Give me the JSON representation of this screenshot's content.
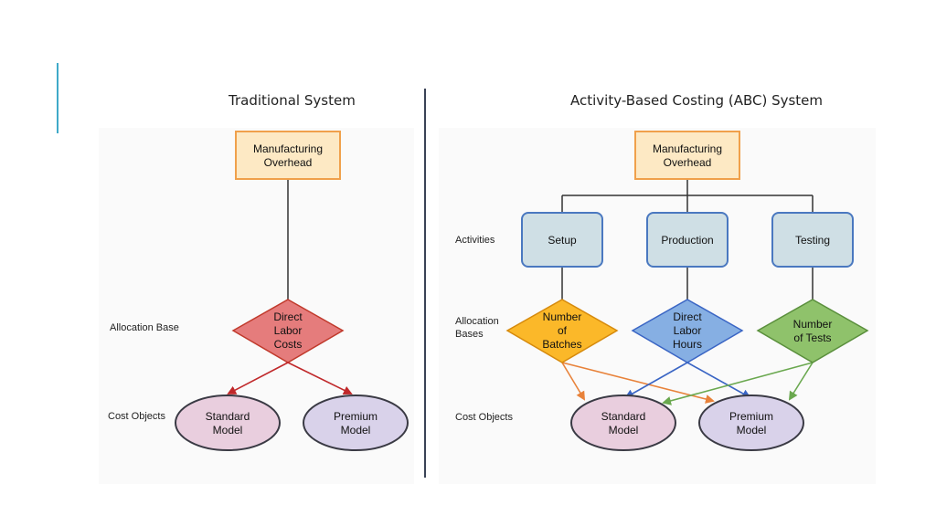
{
  "traditional": {
    "title": "Traditional System",
    "overhead": [
      "Manufacturing",
      "Overhead"
    ],
    "labels": {
      "allocation_base": "Allocation Base",
      "cost_objects": "Cost Objects"
    },
    "base": [
      "Direct",
      "Labor",
      "Costs"
    ],
    "standard": [
      "Standard",
      "Model"
    ],
    "premium": [
      "Premium",
      "Model"
    ]
  },
  "abc": {
    "title": "Activity-Based Costing (ABC) System",
    "overhead": [
      "Manufacturing",
      "Overhead"
    ],
    "labels": {
      "activities": "Activities",
      "allocation_bases_1": "Allocation",
      "allocation_bases_2": "Bases",
      "cost_objects": "Cost Objects"
    },
    "activities": [
      "Setup",
      "Production",
      "Testing"
    ],
    "bases": [
      [
        "Number",
        "of",
        "Batches"
      ],
      [
        "Direct",
        "Labor",
        "Hours"
      ],
      [
        "Number",
        "of Tests"
      ]
    ],
    "standard": [
      "Standard",
      "Model"
    ],
    "premium": [
      "Premium",
      "Model"
    ]
  },
  "colors": {
    "overhead_fill": "#fde9c4",
    "overhead_stroke": "#f0a04b",
    "activity_fill": "#cfdfe5",
    "activity_stroke": "#4a78c0",
    "labor_diamond": "#e57c7c",
    "labor_stroke": "#c0392b",
    "batches_diamond": "#fbb829",
    "hours_diamond": "#86afe3",
    "tests_diamond": "#8fc26b",
    "standard_fill": "#e9cede",
    "premium_fill": "#d9d2ea",
    "arrow_red": "#c0282a",
    "arrow_orange": "#e8823a",
    "arrow_blue": "#3a65c4",
    "arrow_green": "#6aa84f"
  }
}
